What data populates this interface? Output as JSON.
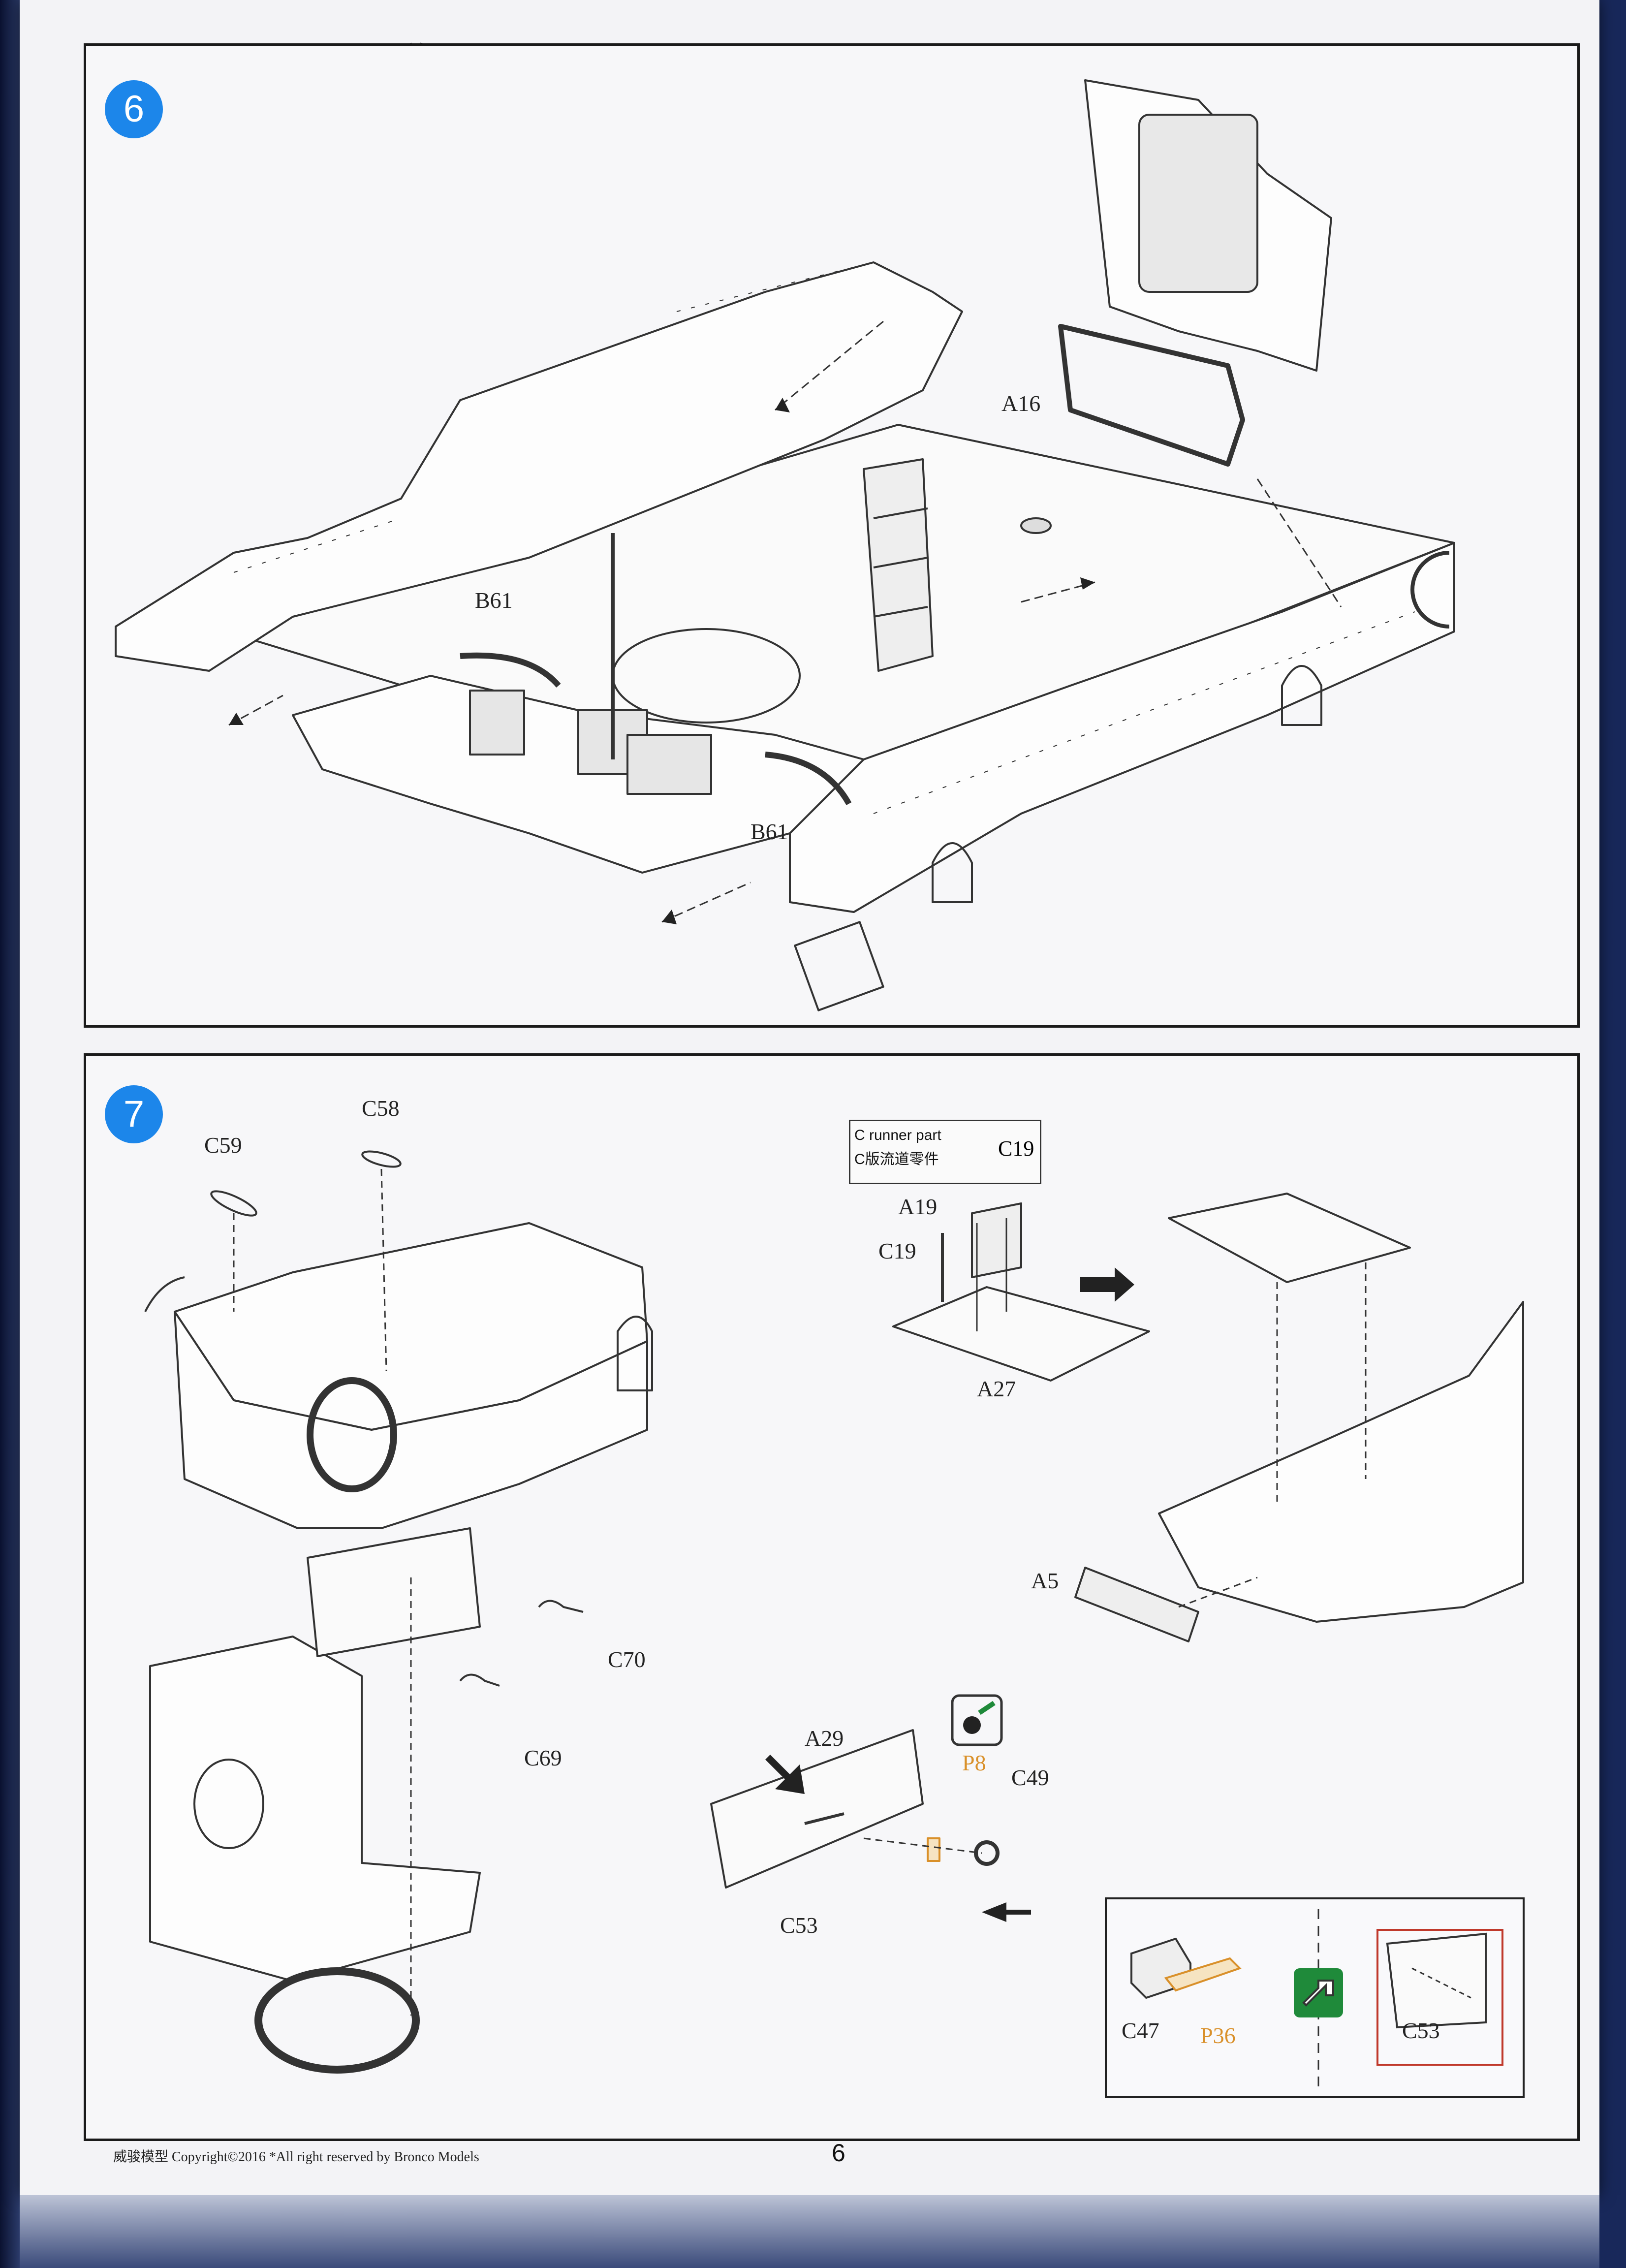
{
  "header": {
    "title": "ILLUSTRATION 图示说明："
  },
  "step6": {
    "number": "6",
    "labels": {
      "a16": "A16",
      "b61_top": "B61",
      "b61_bottom": "B61"
    }
  },
  "step7": {
    "number": "7",
    "labels": {
      "c59": "C59",
      "c58": "C58",
      "a19": "A19",
      "c19": "C19",
      "a27": "A27",
      "a5": "A5",
      "c70": "C70",
      "c69": "C69",
      "a29": "A29",
      "p8": "P8",
      "c49": "C49",
      "c53": "C53"
    },
    "runner_note": {
      "line1": "C runner part",
      "line2": "C版流道零件",
      "part": "C19"
    },
    "inset": {
      "c47": "C47",
      "p36": "P36",
      "c53": "C53"
    }
  },
  "footer": {
    "copyright": "威骏模型  Copyright©2016  *All right reserved by Bronco Models",
    "page_number": "6"
  },
  "colors": {
    "step_circle": "#1c86ea",
    "photo_etch_label": "#d9902a",
    "highlight_box": "#c0392b",
    "confirm_icon": "#1f8a3a"
  }
}
